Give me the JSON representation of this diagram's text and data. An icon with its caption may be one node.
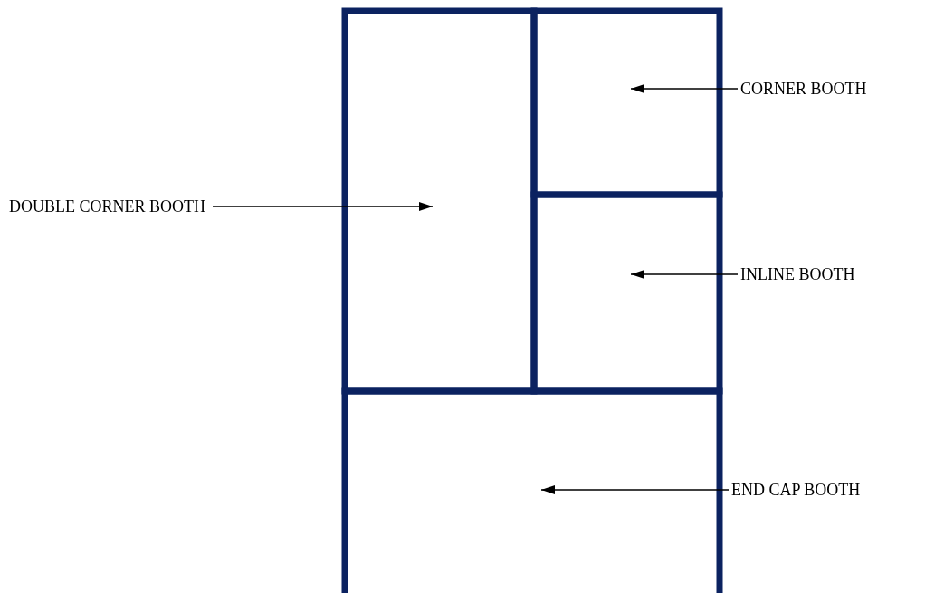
{
  "diagram": {
    "nodes": [
      {
        "text": [],
        "shape": "box"
      },
      {
        "text": [],
        "shape": "box"
      },
      {
        "text": [],
        "shape": "box"
      },
      {
        "text": [],
        "shape": "box"
      },
      {
        "text": [
          "CORNER BOOTH"
        ]
      },
      {
        "text": [
          "DOUBLE CORNER BOOTH"
        ]
      },
      {
        "text": [
          "INLINE BOOTH"
        ]
      },
      {
        "text": [
          "END CAP BOOTH"
        ]
      }
    ],
    "edges": [
      {
        "from": 4,
        "to": 1,
        "arrow": "to"
      },
      {
        "from": 5,
        "to": 0,
        "arrow": "to"
      },
      {
        "from": 6,
        "to": 2,
        "arrow": "to"
      },
      {
        "from": 7,
        "to": 3,
        "arrow": "to"
      }
    ]
  }
}
